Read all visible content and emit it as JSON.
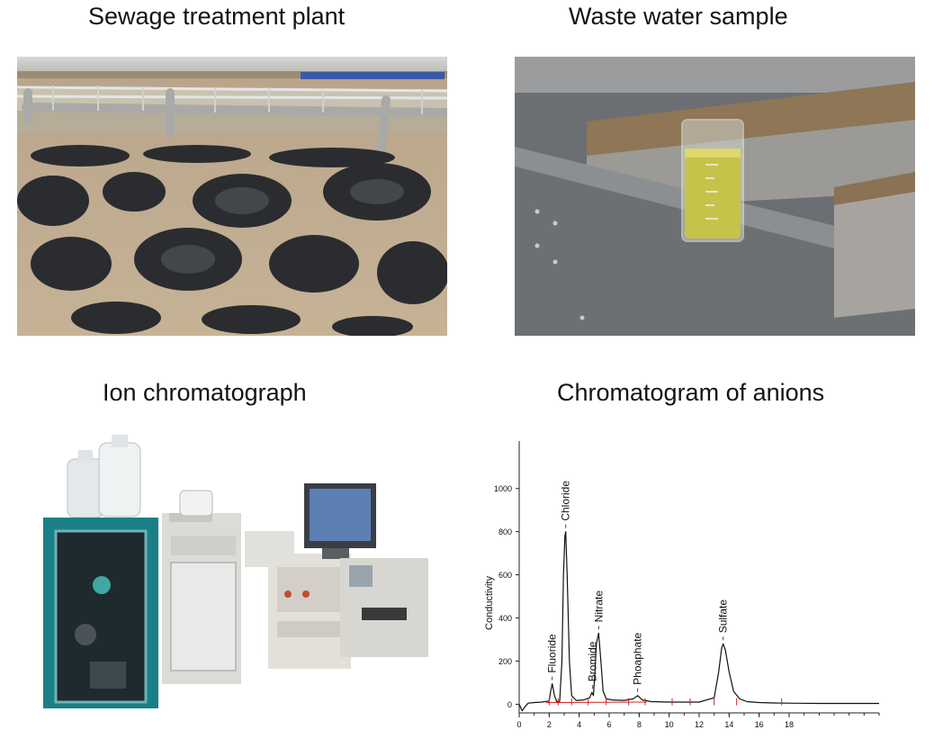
{
  "panels": {
    "sewage": {
      "title": "Sewage treatment plant"
    },
    "sample": {
      "title": "Waste water sample"
    },
    "ic": {
      "title": "Ion chromatograph"
    },
    "chromatogram": {
      "title": "Chromatogram of anions"
    }
  },
  "chart_data": {
    "type": "line",
    "title": "Chromatogram of anions",
    "xlabel": "",
    "ylabel": "Conductivity",
    "xlim": [
      0,
      24
    ],
    "ylim": [
      -40,
      1220
    ],
    "yticks": [
      0,
      200,
      400,
      600,
      800,
      1000
    ],
    "xticks": [
      0,
      2,
      4,
      6,
      8,
      10,
      12,
      14,
      16,
      18
    ],
    "grid": false,
    "peaks": [
      {
        "name": "Fluoride",
        "x": 2.2,
        "y": 95
      },
      {
        "name": "Chloride",
        "x": 3.1,
        "y": 800
      },
      {
        "name": "Bromide",
        "x": 4.9,
        "y": 55
      },
      {
        "name": "Nitrate",
        "x": 5.3,
        "y": 330
      },
      {
        "name": "Phoaphate",
        "x": 7.9,
        "y": 40
      },
      {
        "name": "Sulfate",
        "x": 13.6,
        "y": 280
      }
    ],
    "series": [
      {
        "x": [
          0.0,
          0.2,
          0.4,
          0.6,
          1.0,
          1.5,
          2.0,
          2.1,
          2.2,
          2.35,
          2.5,
          2.7,
          2.85,
          2.95,
          3.05,
          3.1,
          3.2,
          3.35,
          3.5,
          3.8,
          4.3,
          4.7,
          4.85,
          4.95,
          5.05,
          5.15,
          5.3,
          5.45,
          5.6,
          5.8,
          6.2,
          7.0,
          7.6,
          7.9,
          8.2,
          8.8,
          10.0,
          12.0,
          13.0,
          13.3,
          13.5,
          13.6,
          13.75,
          14.0,
          14.3,
          14.7,
          15.2,
          16.0,
          17.0,
          18.0,
          20.0,
          22.0,
          24.0
        ],
        "y": [
          0,
          -30,
          -10,
          5,
          8,
          10,
          15,
          60,
          95,
          40,
          12,
          14,
          200,
          600,
          780,
          800,
          600,
          200,
          40,
          18,
          20,
          30,
          55,
          40,
          150,
          280,
          330,
          200,
          60,
          25,
          20,
          18,
          25,
          40,
          20,
          12,
          10,
          10,
          30,
          150,
          260,
          280,
          250,
          150,
          60,
          25,
          12,
          8,
          6,
          5,
          4,
          4,
          4
        ]
      }
    ]
  }
}
